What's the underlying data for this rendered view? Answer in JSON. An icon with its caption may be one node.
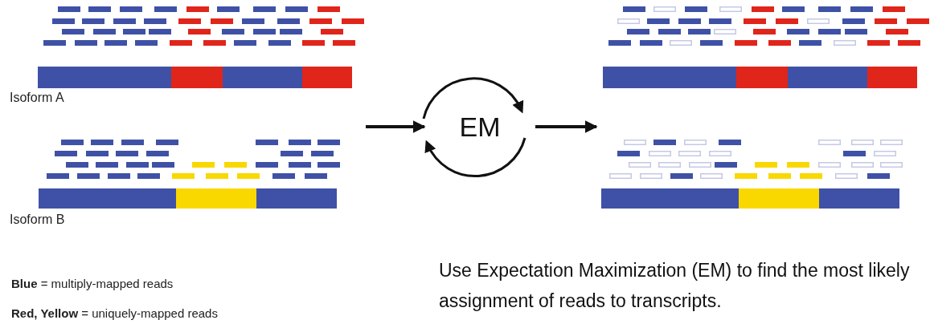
{
  "diagram": {
    "caption": "Use Expectation Maximization (EM) to find the most likely assignment of reads to transcripts.",
    "nodes": [
      {
        "text": [],
        "shape": "picture"
      },
      {
        "text": [
          "EM"
        ]
      },
      {
        "text": [],
        "shape": "picture"
      }
    ],
    "edges": [
      {
        "from": 0,
        "to": 1,
        "arrow": "to"
      },
      {
        "from": 1,
        "to": 2,
        "arrow": "to"
      }
    ],
    "labels": [
      "Isoform A",
      "Isoform B"
    ],
    "legend": [
      {
        "text": "**Blue** = multiply-mapped reads"
      },
      {
        "text": "**Red, Yellow** = uniquely-mapped reads"
      }
    ]
  }
}
